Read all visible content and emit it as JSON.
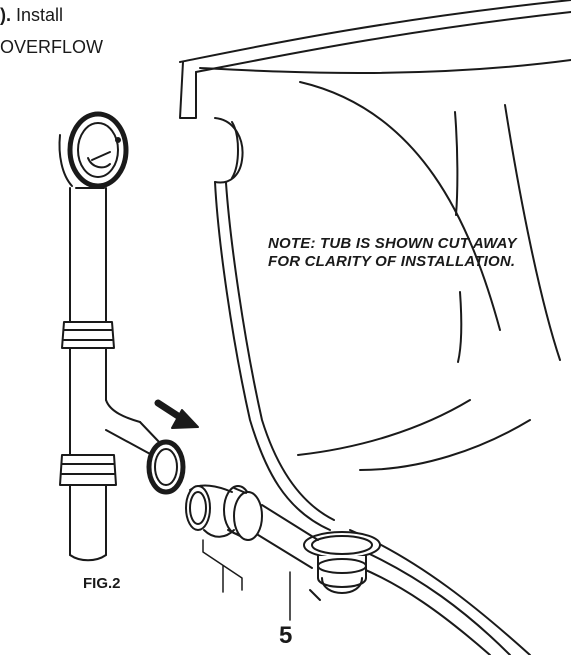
{
  "instructions": {
    "line1_prefix": ").",
    "line1_text": " Install",
    "line2_text": "OVERFLOW"
  },
  "note": {
    "line1": "NOTE: TUB IS SHOWN CUT AWAY",
    "line2": "FOR CLARITY OF INSTALLATION."
  },
  "figure_label": "FIG.2",
  "callout_number": "5"
}
